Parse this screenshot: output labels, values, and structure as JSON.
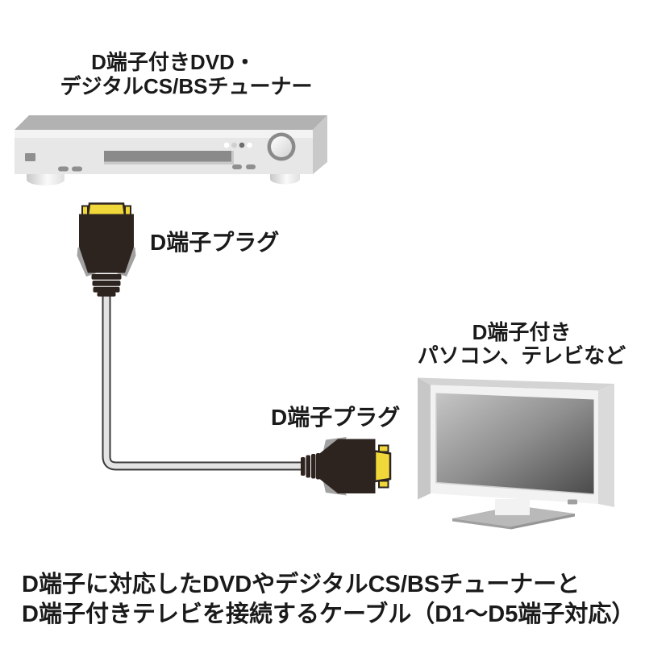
{
  "page": {
    "background": "#ffffff",
    "description_type": "product-connection-diagram"
  },
  "diagram": {
    "source_device": {
      "type": "dvd-tuner-illustration",
      "label_line1": "D端子付きDVD・",
      "label_line2": "デジタルCS/BSチューナー"
    },
    "target_device": {
      "type": "monitor-tv-illustration",
      "label_line1": "D端子付き",
      "label_line2": "パソコン、テレビなど"
    },
    "plug_top": {
      "label": "D端子プラグ"
    },
    "plug_bottom": {
      "label": "D端子プラグ"
    },
    "caption": {
      "line1": "D端子に対応したDVDやデジタルCS/BSチューナーと",
      "line2": "D端子付きテレビを接続するケーブル（D1〜D5端子対応）"
    },
    "colors": {
      "connector_body": "#2d2420",
      "connector_tip_yellow": "#f0d73a",
      "connector_grip_gray": "#a2a2a2",
      "cable_outline": "#3a3a3a",
      "cable_core": "#e3e3e3",
      "device_top": "#b2b2b2",
      "device_front": "#e7e7e7",
      "screen_dark": "#4a4a4a",
      "text": "#1a1a1a"
    }
  }
}
